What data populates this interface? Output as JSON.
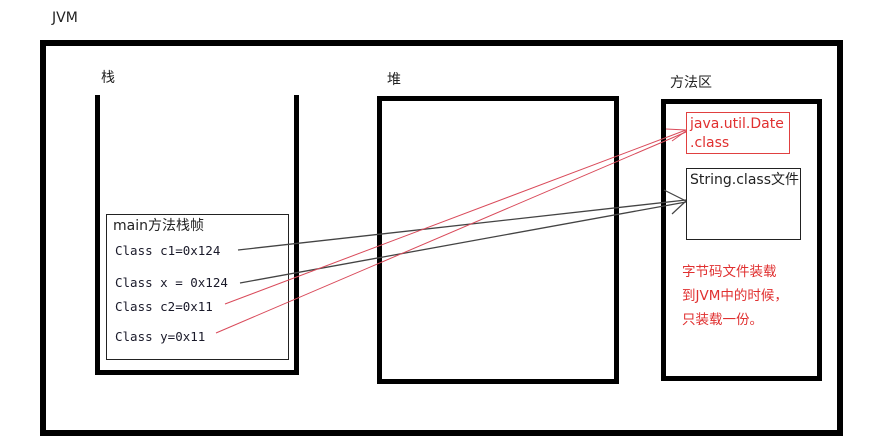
{
  "title": "JVM",
  "regions": {
    "stack": {
      "label": "栈"
    },
    "heap": {
      "label": "堆"
    },
    "method_area": {
      "label": "方法区"
    }
  },
  "stack_frame": {
    "title": "main方法栈帧",
    "variables": [
      {
        "text": "Class c1=0x124",
        "points_to": "String.class文件",
        "color": "#444444"
      },
      {
        "text": "Class x = 0x124",
        "points_to": "String.class文件",
        "color": "#444444"
      },
      {
        "text": "Class c2=0x11",
        "points_to": "java.util.Date.class",
        "color": "#d94a5a"
      },
      {
        "text": "Class y=0x11",
        "points_to": "java.util.Date.class",
        "color": "#d94a5a"
      }
    ]
  },
  "method_area_items": {
    "date_class_line1": "java.util.Date",
    "date_class_line2": ".class",
    "string_class": "String.class文件"
  },
  "note": {
    "line1": "字节码文件装载",
    "line2": "到JVM中的时候，",
    "line3": "只装载一份。"
  },
  "colors": {
    "border": "#000000",
    "reference_red": "#e03030",
    "arrow_gray": "#444444"
  }
}
